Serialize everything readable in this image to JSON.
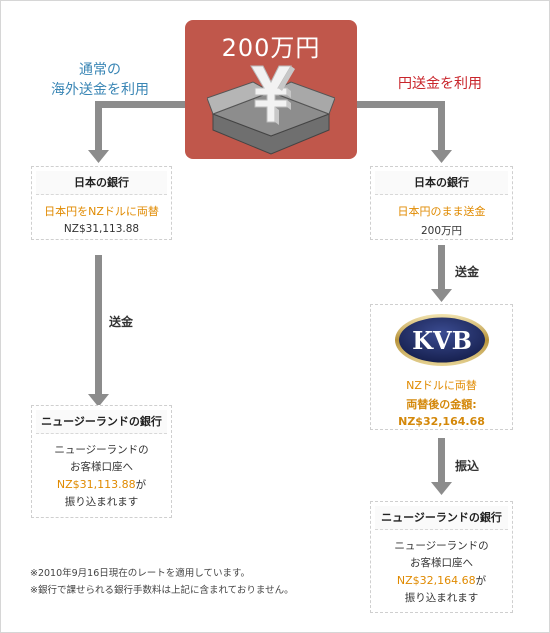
{
  "hero": {
    "title": "200万円"
  },
  "left_lead": {
    "line1": "通常の",
    "line2": "海外送金を利用"
  },
  "right_lead": {
    "text": "円送金を利用"
  },
  "left_bank": {
    "title": "日本の銀行",
    "action": "日本円をNZドルに両替",
    "amount": "NZ$31,113.88"
  },
  "left_transfer": "送金",
  "left_nz_bank": {
    "title": "ニュージーランドの銀行",
    "line1": "ニュージーランドの",
    "line2": "お客様口座へ",
    "amount": "NZ$31,113.88",
    "amount_suffix": "が",
    "line4": "振り込まれます"
  },
  "right_bank": {
    "title": "日本の銀行",
    "action": "日本円のまま送金",
    "amount": "200万円"
  },
  "right_transfer": "送金",
  "kvb": {
    "logo_text": "KVB",
    "line1": "NZドルに両替",
    "line2": "両替後の金額:",
    "amount": "NZ$32,164.68"
  },
  "right_deposit": "振込",
  "right_nz_bank": {
    "title": "ニュージーランドの銀行",
    "line1": "ニュージーランドの",
    "line2": "お客様口座へ",
    "amount": "NZ$32,164.68",
    "amount_suffix": "が",
    "line4": "振り込まれます"
  },
  "notes": [
    "※2010年9月16日現在のレートを適用しています。",
    "※銀行で課せられる銀行手数料は上記に含まれておりません。"
  ],
  "colors": {
    "hero_bg": "#c0574b",
    "left_lead": "#3a86b5",
    "right_lead": "#c9252b",
    "accent_orange": "#e08a00",
    "arrow_gray": "#8c8c8c",
    "kvb_navy": "#1f2d66"
  },
  "icons": [
    "yen-box-icon",
    "arrow-down-icon",
    "kvb-logo"
  ]
}
